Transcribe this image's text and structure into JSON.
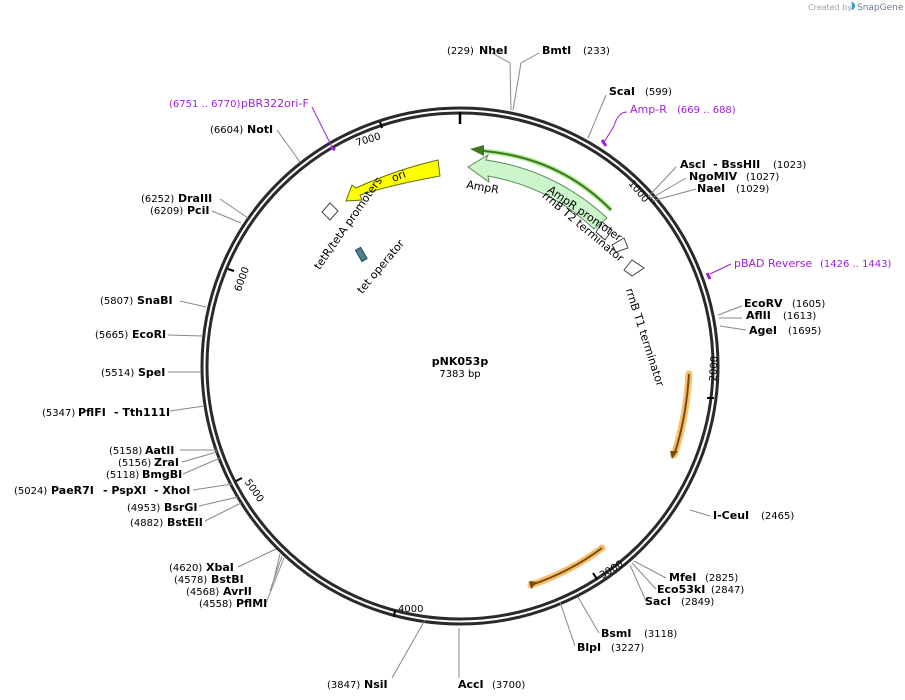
{
  "credit": {
    "prefix": "Created by",
    "brand": "SnapGene"
  },
  "plasmid": {
    "name": "pNK053p",
    "length": "7383 bp"
  },
  "ticks": [
    "1000",
    "2000",
    "3000",
    "4000",
    "5000",
    "6000",
    "7000"
  ],
  "sites": [
    {
      "name": "NheI",
      "pos": "(229)"
    },
    {
      "name": "BmtI",
      "pos": "(233)"
    },
    {
      "name": "ScaI",
      "pos": "(599)"
    },
    {
      "name": "AscI",
      "pos": ""
    },
    {
      "name": "- BssHII",
      "pos": "(1023)"
    },
    {
      "name": "NgoMIV",
      "pos": "(1027)"
    },
    {
      "name": "NaeI",
      "pos": "(1029)"
    },
    {
      "name": "EcoRV",
      "pos": "(1605)"
    },
    {
      "name": "AflII",
      "pos": "(1613)"
    },
    {
      "name": "AgeI",
      "pos": "(1695)"
    },
    {
      "name": "I-CeuI",
      "pos": "(2465)"
    },
    {
      "name": "MfeI",
      "pos": "(2825)"
    },
    {
      "name": "Eco53kI",
      "pos": "(2847)"
    },
    {
      "name": "SacI",
      "pos": "(2849)"
    },
    {
      "name": "BsmI",
      "pos": "(3118)"
    },
    {
      "name": "BlpI",
      "pos": "(3227)"
    },
    {
      "name": "AccI",
      "pos": "(3700)"
    },
    {
      "name": "NsiI",
      "pos": "(3847)"
    },
    {
      "name": "PflMI",
      "pos": "(4558)"
    },
    {
      "name": "AvrII",
      "pos": "(4568)"
    },
    {
      "name": "BstBI",
      "pos": "(4578)"
    },
    {
      "name": "XbaI",
      "pos": "(4620)"
    },
    {
      "name": "BstEII",
      "pos": "(4882)"
    },
    {
      "name": "BsrGI",
      "pos": "(4953)"
    },
    {
      "name": "PaeR7I",
      "pos": "(5024)"
    },
    {
      "name": "- PspXI",
      "pos": ""
    },
    {
      "name": "- XhoI",
      "pos": ""
    },
    {
      "name": "BmgBI",
      "pos": "(5118)"
    },
    {
      "name": "ZraI",
      "pos": "(5156)"
    },
    {
      "name": "AatII",
      "pos": "(5158)"
    },
    {
      "name": "PflFI",
      "pos": "(5347)"
    },
    {
      "name": "- Tth111I",
      "pos": ""
    },
    {
      "name": "SpeI",
      "pos": "(5514)"
    },
    {
      "name": "EcoRI",
      "pos": "(5665)"
    },
    {
      "name": "SnaBI",
      "pos": "(5807)"
    },
    {
      "name": "PciI",
      "pos": "(6209)"
    },
    {
      "name": "DraIII",
      "pos": "(6252)"
    },
    {
      "name": "NotI",
      "pos": "(6604)"
    }
  ],
  "primers": [
    {
      "name": "pBR322ori-F",
      "range": "(6751 .. 6770)"
    },
    {
      "name": "Amp-R",
      "range": "(669 .. 688)"
    },
    {
      "name": "pBAD Reverse",
      "range": "(1426 .. 1443)"
    }
  ],
  "features": {
    "ori": "ori",
    "ampr": "AmpR",
    "ampr_promoter": "AmpR promoter",
    "rrnb_t2": "rrnB T2 terminator",
    "rrnb_t1": "rrnB T1 terminator",
    "tetr_promoters": "tetR/tetA promoters",
    "tet_operator": "tet operator"
  },
  "colors": {
    "primer": "#a020d8",
    "ori": "#ffff00",
    "ampr": "#ccf5cc",
    "ampr_border": "#3a7a1a",
    "orange_glow": "#f5c16c",
    "orange_core": "#7a4a10",
    "tet_operator": "#4a7f8c"
  }
}
